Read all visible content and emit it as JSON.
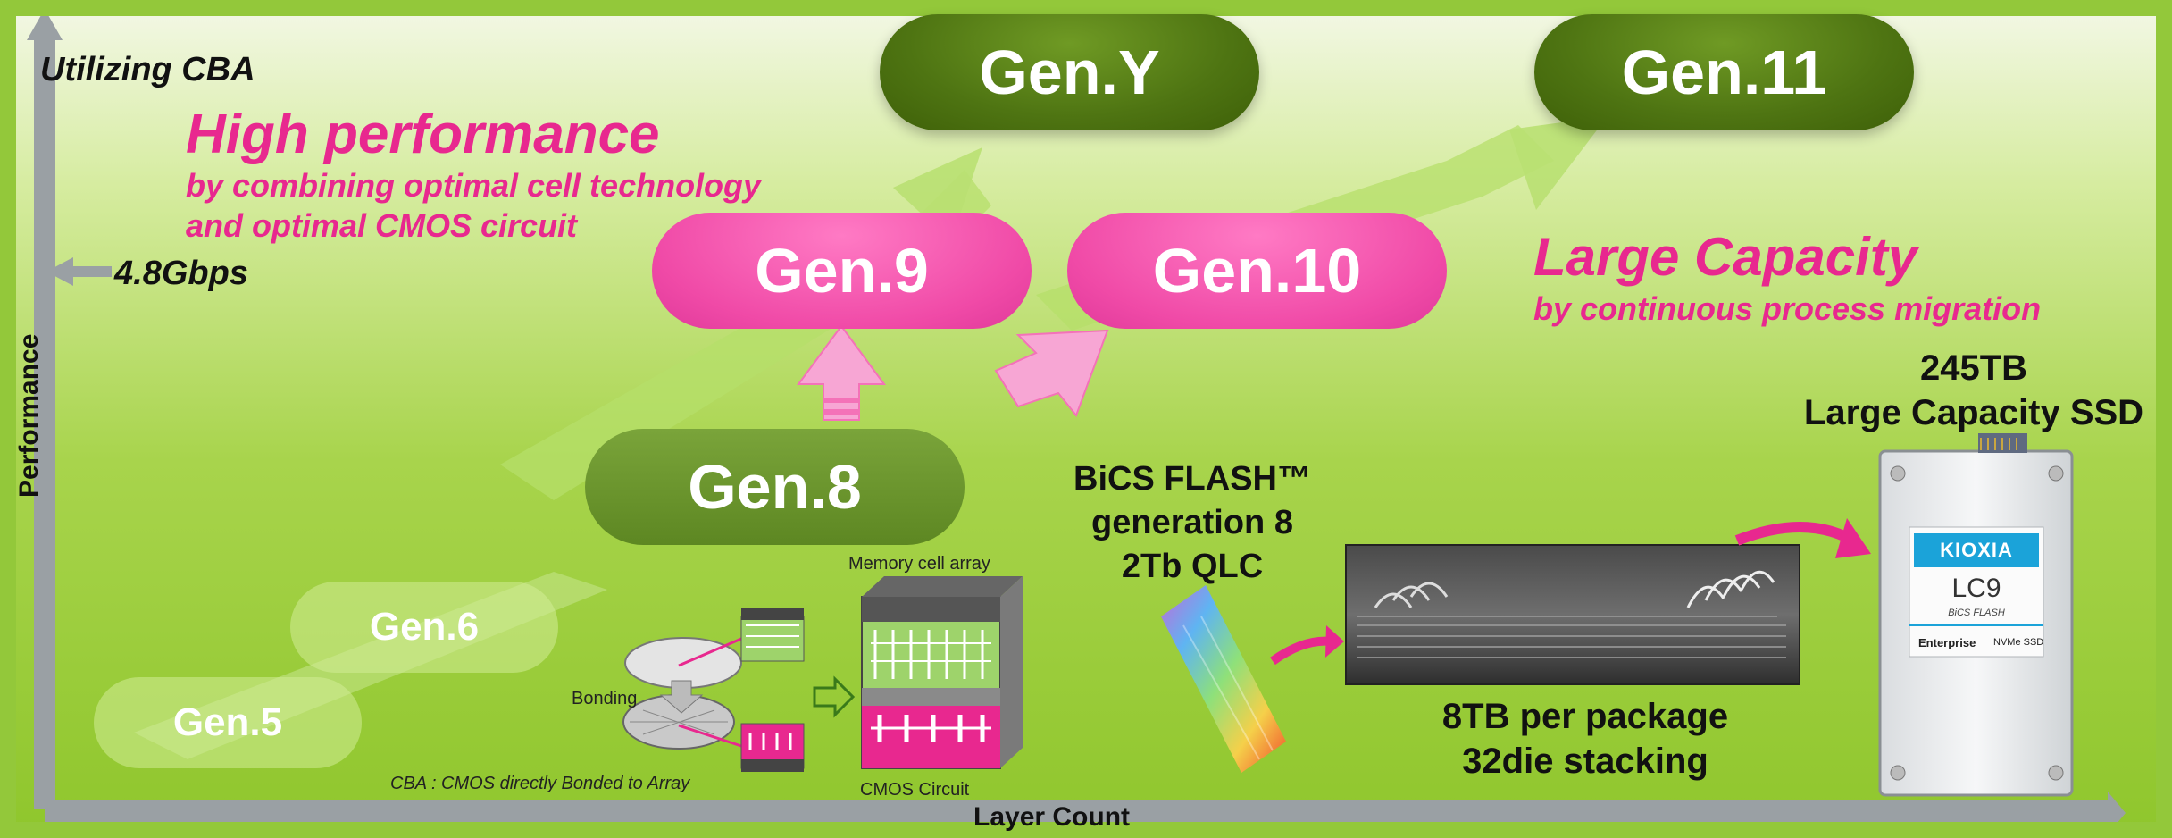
{
  "axis": {
    "y_label": "Performance",
    "x_label": "Layer Count",
    "speed_marker": "4.8Gbps"
  },
  "header": {
    "utilizing": "Utilizing CBA",
    "high_perf_title": "High performance",
    "high_perf_sub1": "by combining optimal cell technology",
    "high_perf_sub2": "and optimal CMOS circuit",
    "large_cap_title": "Large Capacity",
    "large_cap_sub": "by continuous process migration"
  },
  "generations": {
    "gen5": "Gen.5",
    "gen6": "Gen.6",
    "gen8": "Gen.8",
    "gen9": "Gen.9",
    "gen10": "Gen.10",
    "genY": "Gen.Y",
    "gen11": "Gen.11"
  },
  "cba": {
    "memory_cell_array": "Memory cell array",
    "cmos_circuit": "CMOS Circuit",
    "bonding": "Bonding",
    "caption": "CBA : CMOS directly Bonded to Array"
  },
  "bics": {
    "line1": "BiCS FLASH™",
    "line2": "generation 8",
    "line3": "2Tb QLC"
  },
  "package": {
    "line1": "8TB per package",
    "line2": "32die stacking"
  },
  "ssd": {
    "capacity": "245TB",
    "title": "Large Capacity SSD",
    "brand": "KIOXIA",
    "model": "LC9",
    "bics_tag": "BiCS FLASH",
    "enterprise": "Enterprise",
    "nvme": "NVMe SSD"
  },
  "colors": {
    "pink": "#e8288f",
    "dark_green": "#4e7412",
    "bright_green": "#8fc62c",
    "kioxia_blue": "#1ba3d9"
  }
}
